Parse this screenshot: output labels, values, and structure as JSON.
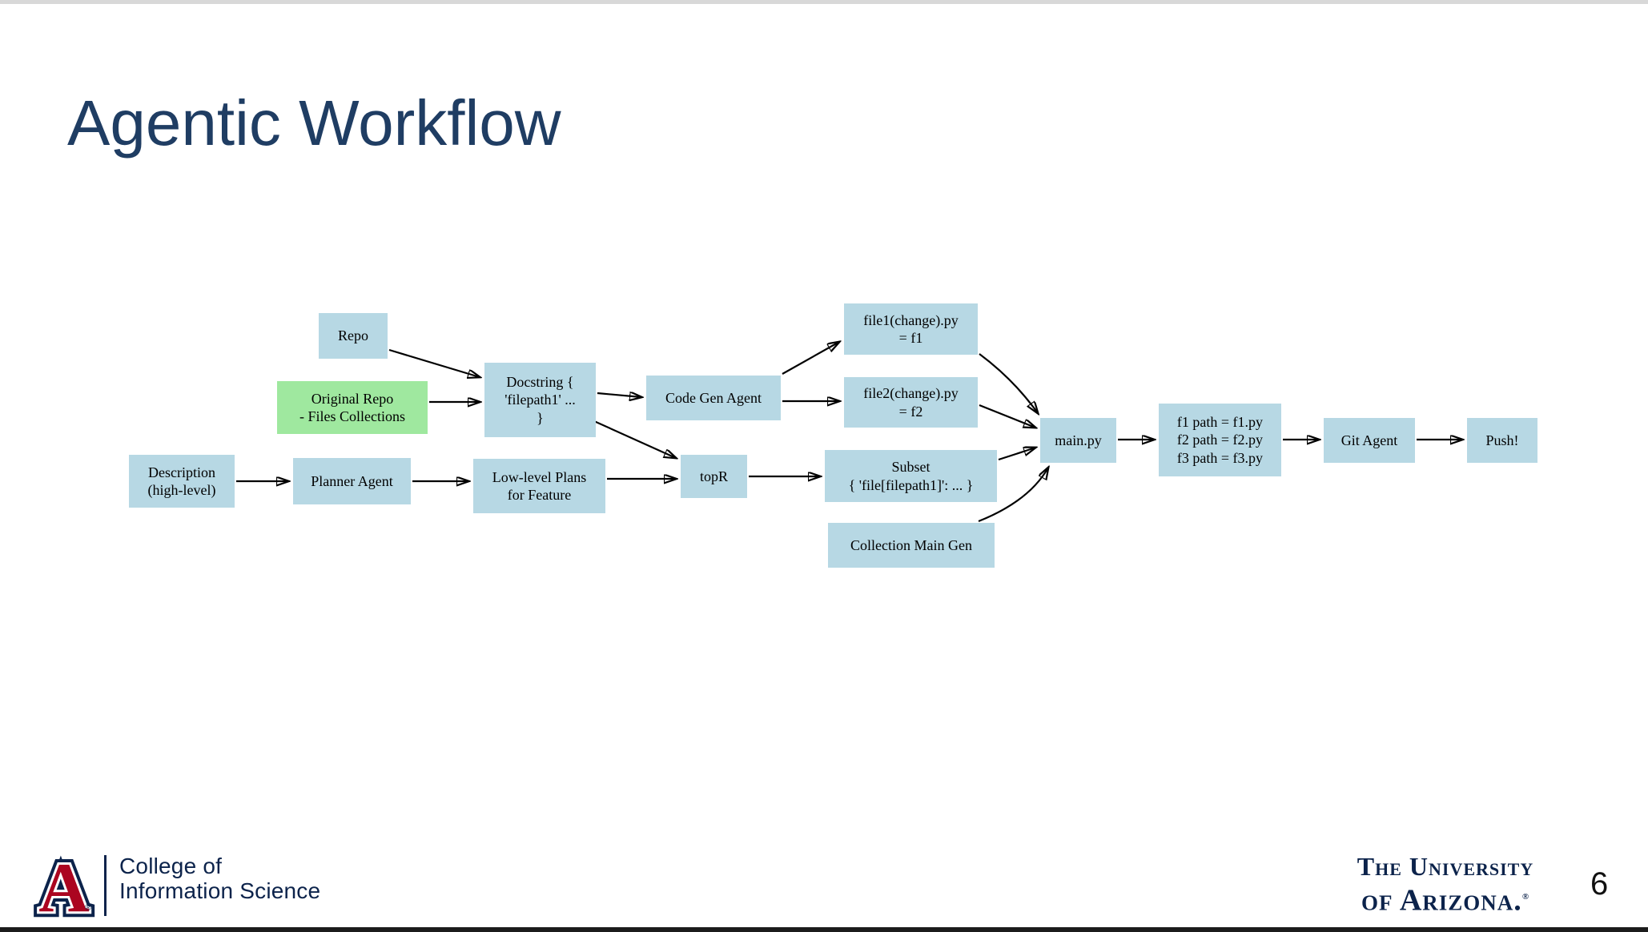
{
  "slide": {
    "title": "Agentic Workflow",
    "page_number": "6"
  },
  "colors": {
    "title_navy": "#1F3D63",
    "brand_navy": "#0C234B",
    "brand_red": "#AB0520",
    "node_blue": "#B7D8E4",
    "node_green": "#9FE89F",
    "top_bar": "#D8D8D8",
    "bottom_bar": "#1C1C1C"
  },
  "diagram": {
    "nodes": [
      {
        "id": "repo",
        "color": "blue",
        "lines": [
          "Repo"
        ]
      },
      {
        "id": "original-repo",
        "color": "green",
        "lines": [
          "Original Repo",
          "- Files Collections"
        ]
      },
      {
        "id": "docstring",
        "color": "blue",
        "lines": [
          "Docstring {",
          "'filepath1' ...",
          "}"
        ]
      },
      {
        "id": "description",
        "color": "blue",
        "lines": [
          "Description",
          "(high-level)"
        ]
      },
      {
        "id": "planner-agent",
        "color": "blue",
        "lines": [
          "Planner Agent"
        ]
      },
      {
        "id": "low-level-plans",
        "color": "blue",
        "lines": [
          "Low-level Plans",
          "for Feature"
        ]
      },
      {
        "id": "code-gen-agent",
        "color": "blue",
        "lines": [
          "Code Gen Agent"
        ]
      },
      {
        "id": "file1",
        "color": "blue",
        "lines": [
          "file1(change).py",
          "= f1"
        ]
      },
      {
        "id": "file2",
        "color": "blue",
        "lines": [
          "file2(change).py",
          "= f2"
        ]
      },
      {
        "id": "topr",
        "color": "blue",
        "lines": [
          "topR"
        ]
      },
      {
        "id": "subset",
        "color": "blue",
        "lines": [
          "Subset",
          "{ 'file[filepath1]': ... }"
        ]
      },
      {
        "id": "collection-main-gen",
        "color": "blue",
        "lines": [
          "Collection Main Gen"
        ]
      },
      {
        "id": "main-py",
        "color": "blue",
        "lines": [
          "main.py"
        ]
      },
      {
        "id": "file-paths",
        "color": "blue",
        "lines": [
          "f1 path = f1.py",
          "f2 path = f2.py",
          "f3 path = f3.py"
        ]
      },
      {
        "id": "git-agent",
        "color": "blue",
        "lines": [
          "Git Agent"
        ]
      },
      {
        "id": "push",
        "color": "blue",
        "lines": [
          "Push!"
        ]
      }
    ]
  },
  "footer": {
    "logo_letter": "A",
    "logo_registered": "®",
    "college": {
      "line1": "College of",
      "line2": "Information Science"
    },
    "university": {
      "line1": "The University",
      "line2": "of Arizona.",
      "registered": "®"
    }
  }
}
